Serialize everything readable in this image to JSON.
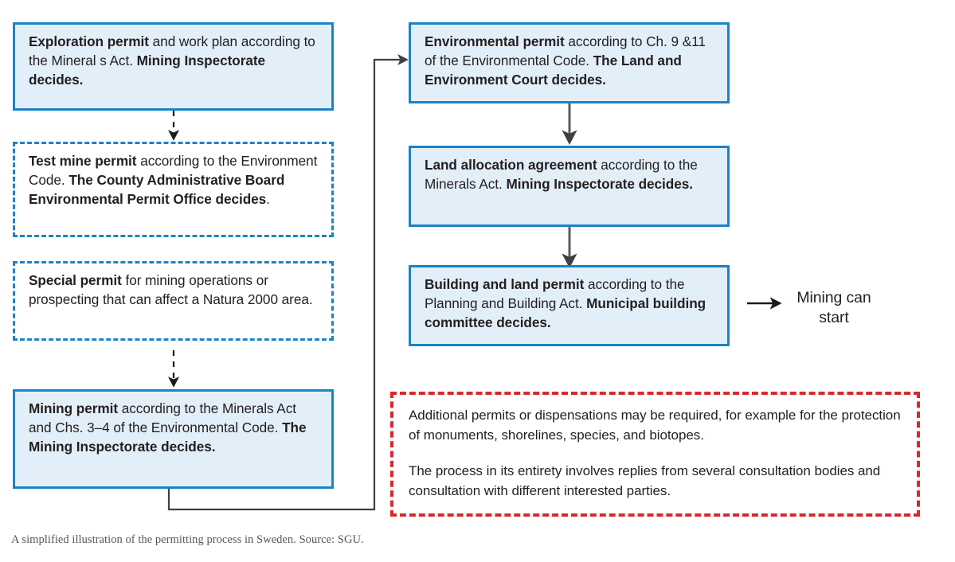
{
  "figure": {
    "caption": "A simplified illustration of the permitting process in Sweden. Source: SGU.",
    "colors": {
      "box_border_blue": "#1b83c6",
      "box_fill_blue": "#e3eff8",
      "dashed_red": "#d8282c",
      "text": "#231f20",
      "caption_text": "#58585b",
      "arrow_dark": "#3f4042"
    }
  },
  "left_column": [
    {
      "id": "exploration-permit",
      "style": "solid",
      "segments": [
        {
          "text": "Exploration permit",
          "bold": true
        },
        {
          "text": " and work plan according to the Mineral s Act. ",
          "bold": false
        },
        {
          "text": "Mining Inspectorate decides.",
          "bold": true
        }
      ]
    },
    {
      "id": "test-mine-permit",
      "style": "dashed-blue",
      "segments": [
        {
          "text": "Test mine permit",
          "bold": true
        },
        {
          "text": " according to the Environment Code. ",
          "bold": false
        },
        {
          "text": "The County Administrative Board Environmental Permit Office decides",
          "bold": true
        },
        {
          "text": ".",
          "bold": false
        }
      ]
    },
    {
      "id": "special-permit",
      "style": "dashed-blue",
      "segments": [
        {
          "text": "Special permit",
          "bold": true
        },
        {
          "text": " for mining operations or prospecting that can affect a Natura 2000 area.",
          "bold": false
        }
      ]
    },
    {
      "id": "mining-permit",
      "style": "solid",
      "segments": [
        {
          "text": "Mining permit",
          "bold": true
        },
        {
          "text": " according to the Minerals Act and Chs. 3–4 of the Environmental Code. ",
          "bold": false
        },
        {
          "text": "The Mining Inspectorate decides.",
          "bold": true
        }
      ]
    }
  ],
  "right_column": [
    {
      "id": "environmental-permit",
      "style": "solid",
      "segments": [
        {
          "text": "Environmental permit",
          "bold": true
        },
        {
          "text": " according to Ch. 9 &11 of the Environmental Code. ",
          "bold": false
        },
        {
          "text": "The Land and Environment Court decides.",
          "bold": true
        }
      ]
    },
    {
      "id": "land-allocation-agreement",
      "style": "solid",
      "segments": [
        {
          "text": "Land allocation agreement",
          "bold": true
        },
        {
          "text": " according to the Minerals Act. ",
          "bold": false
        },
        {
          "text": "Mining Inspectorate decides.",
          "bold": true
        }
      ]
    },
    {
      "id": "building-and-land-permit",
      "style": "solid",
      "segments": [
        {
          "text": "Building and land permit",
          "bold": true
        },
        {
          "text": " according to the Planning and Building Act. ",
          "bold": false
        },
        {
          "text": "Municipal building committee decides.",
          "bold": true
        }
      ]
    }
  ],
  "terminal": {
    "line1": "Mining can",
    "line2": "start"
  },
  "note_box": {
    "id": "additional-permits-note",
    "style": "dashed-red",
    "paragraph1": "Additional permits or dispensations may be required, for example for the protection of monuments, shorelines, species, and biotopes.",
    "paragraph2": "The process in its entirety involves replies from several consultation bodies and consultation with different interested parties."
  }
}
